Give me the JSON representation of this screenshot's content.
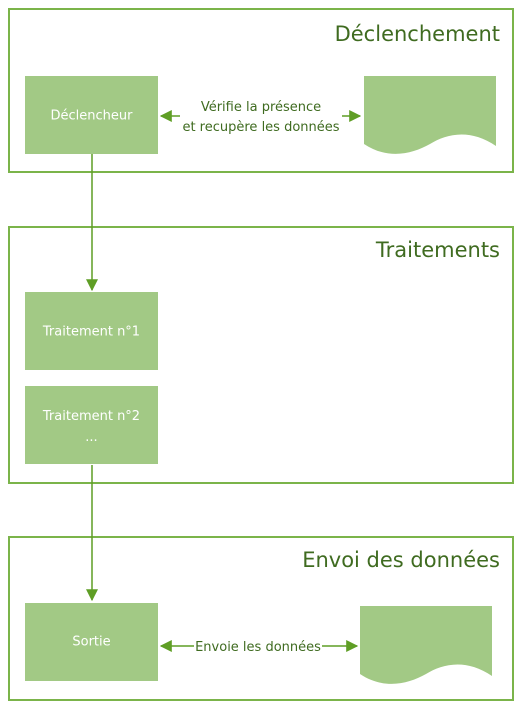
{
  "sections": {
    "trigger": {
      "title": "Déclenchement"
    },
    "processing": {
      "title": "Traitements"
    },
    "output": {
      "title": "Envoi des données"
    }
  },
  "nodes": {
    "trigger": {
      "label": "Déclencheur"
    },
    "step1": {
      "label": "Traitement n°1"
    },
    "step2": {
      "label_line1": "Traitement n°2",
      "label_line2": "..."
    },
    "exit": {
      "label": "Sortie"
    }
  },
  "edges": {
    "check": {
      "line1": "Vérifie la présence",
      "line2": "et recupère les données"
    },
    "send": {
      "label": "Envoie les données"
    }
  },
  "colors": {
    "frame_border": "#7bb44a",
    "box_fill": "#a2c985",
    "connector": "#5f9e25",
    "title_text": "#3f6b20",
    "box_text": "#ffffff"
  }
}
